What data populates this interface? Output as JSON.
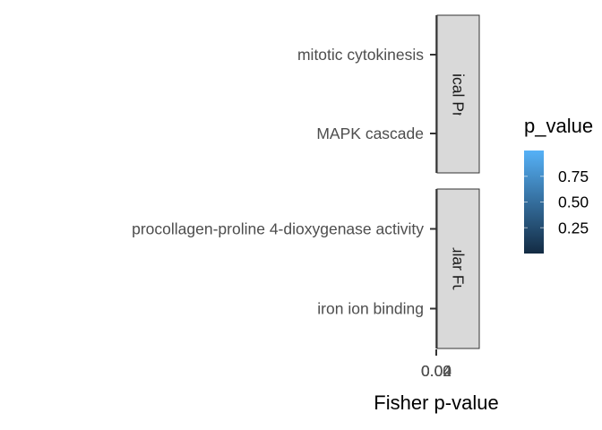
{
  "chart_data": {
    "type": "bar",
    "orientation": "horizontal",
    "title": "",
    "xlabel": "Fisher p-value",
    "ylabel": "",
    "x_ticks": [
      "0.00",
      "0.02",
      "0.04"
    ],
    "xlim": [
      0,
      0.04
    ],
    "grid": false,
    "facets": [
      {
        "label": "Biological Process",
        "categories": [
          "mitotic cytokinesis",
          "MAPK cascade"
        ]
      },
      {
        "label": "Molecular Function",
        "categories": [
          "procollagen-proline 4-dioxygenase activity",
          "iron ion binding"
        ]
      }
    ],
    "legend": {
      "title": "p_value",
      "type": "colorbar",
      "labels": [
        "0.75",
        "0.50",
        "0.25"
      ],
      "range": [
        0,
        1
      ],
      "low_color": "#132b43",
      "high_color": "#56b1f7",
      "placement": "right"
    }
  }
}
